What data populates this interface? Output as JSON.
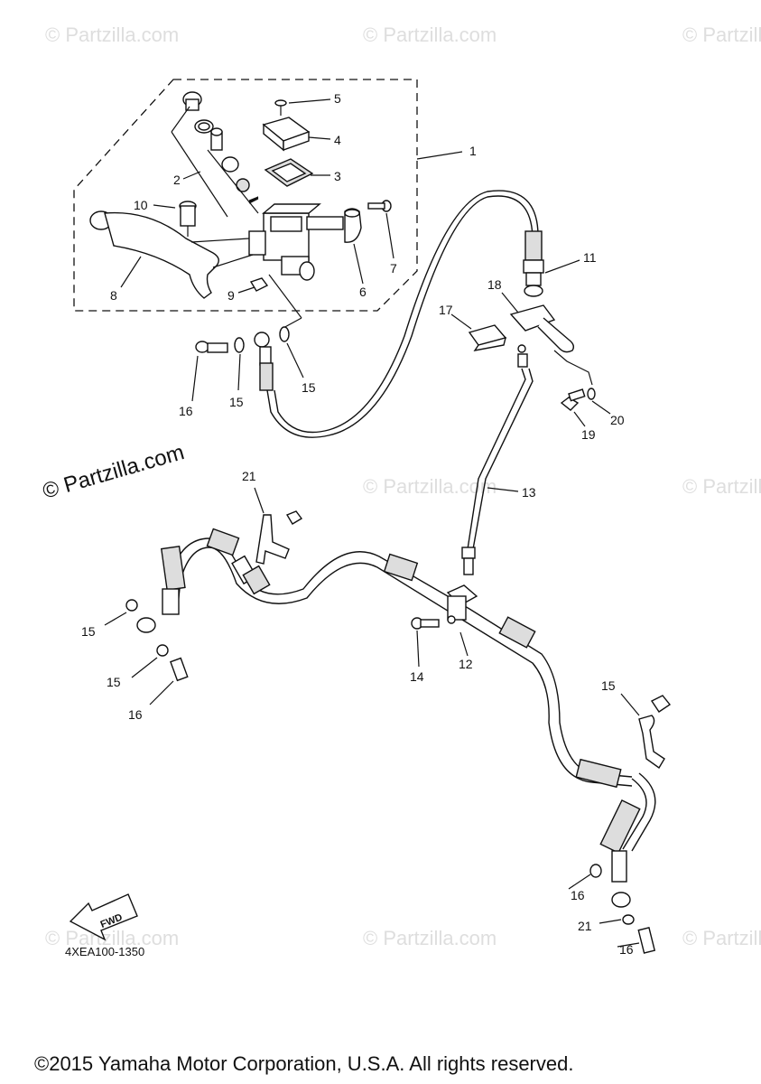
{
  "watermarks": [
    "© Partzilla.com",
    "© Partzilla.com",
    "© Partzilla.com",
    "© Partzilla.com",
    "© Partzilla.com",
    "© Partzilla.com",
    "© Partzilla.com",
    "© Partzilla.com"
  ],
  "main_watermark": "© Partzilla.com",
  "diagram_code": "4XEA100-1350",
  "fwd_label": "FWD",
  "copyright": "©2015 Yamaha Motor Corporation, U.S.A. All rights reserved.",
  "callouts": [
    "1",
    "2",
    "3",
    "4",
    "5",
    "6",
    "7",
    "8",
    "9",
    "10",
    "11",
    "12",
    "13",
    "14",
    "15",
    "16",
    "17",
    "18",
    "19",
    "20",
    "21",
    "15",
    "16",
    "15",
    "16",
    "15",
    "16",
    "15",
    "21"
  ]
}
